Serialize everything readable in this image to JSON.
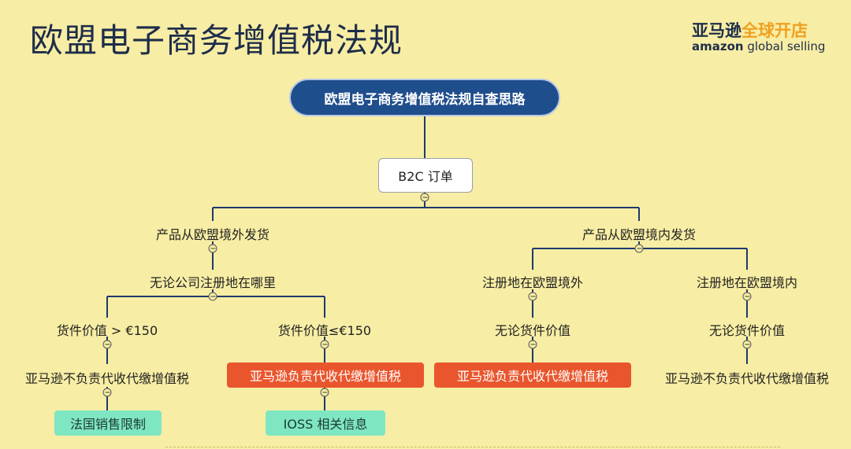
{
  "slide": {
    "title": "欧盟电子商务增值税法规"
  },
  "logo": {
    "line1_dark": "亚马逊",
    "line1_orange": "全球开店",
    "line2_brand": "amazon",
    "line2_rest": " global selling"
  },
  "colors": {
    "background": "#f7eda4",
    "root_fill": "#1f4e8c",
    "highlight_red": "#e9562d",
    "highlight_teal": "#7fe6c2"
  },
  "tree": {
    "root": "欧盟电子商务增值税法规自查思路",
    "b2c": "B2C 订单",
    "outside": {
      "label": "产品从欧盟境外发货",
      "any_company": "无论公司注册地在哪里",
      "gt150": {
        "label": "货件价值 > €150",
        "result": "亚马逊不负责代收代缴增值税",
        "note": "法国销售限制"
      },
      "le150": {
        "label": "货件价值≤€150",
        "result": "亚马逊负责代收代缴增值税",
        "note": "IOSS 相关信息"
      }
    },
    "inside": {
      "label": "产品从欧盟境内发货",
      "reg_outside": {
        "label": "注册地在欧盟境外",
        "any_value": "无论货件价值",
        "result": "亚马逊负责代收代缴增值税"
      },
      "reg_inside": {
        "label": "注册地在欧盟境内",
        "any_value": "无论货件价值",
        "result": "亚马逊不负责代收代缴增值税"
      }
    }
  }
}
